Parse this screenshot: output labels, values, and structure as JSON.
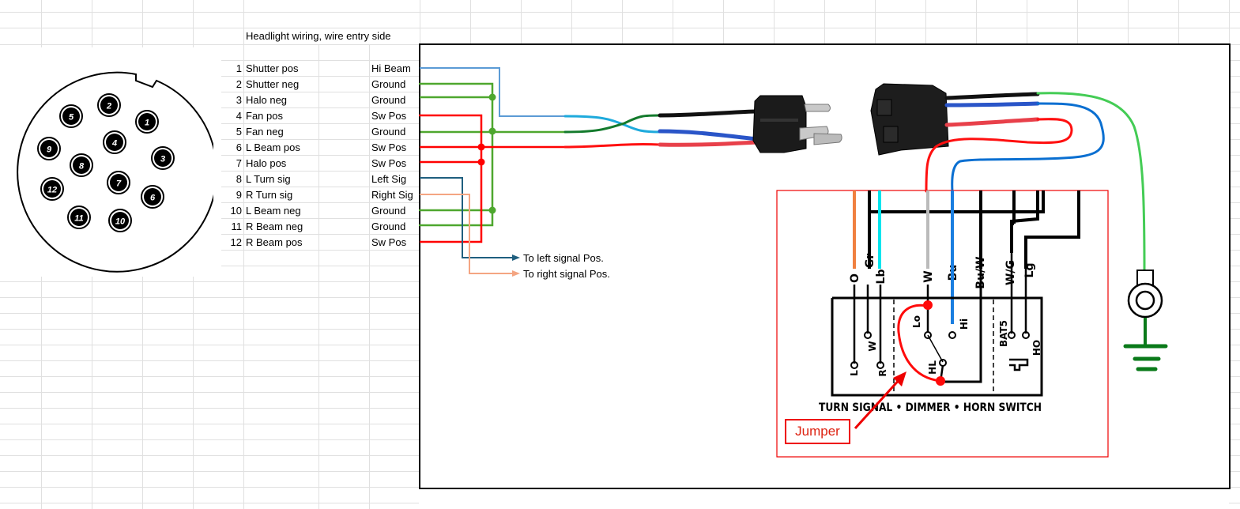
{
  "sheet": {
    "title": "Headlight wiring, wire entry side"
  },
  "pinout": [
    {
      "pin": "1",
      "name": "Shutter pos",
      "function": "Hi Beam"
    },
    {
      "pin": "2",
      "name": "Shutter neg",
      "function": "Ground"
    },
    {
      "pin": "3",
      "name": "Halo neg",
      "function": "Ground"
    },
    {
      "pin": "4",
      "name": "Fan pos",
      "function": "Sw Pos"
    },
    {
      "pin": "5",
      "name": "Fan neg",
      "function": "Ground"
    },
    {
      "pin": "6",
      "name": "L Beam pos",
      "function": "Sw Pos"
    },
    {
      "pin": "7",
      "name": "Halo pos",
      "function": "Sw Pos"
    },
    {
      "pin": "8",
      "name": "L Turn sig",
      "function": "Left Sig"
    },
    {
      "pin": "9",
      "name": "R Turn sig",
      "function": "Right Sig"
    },
    {
      "pin": "10",
      "name": "L Beam neg",
      "function": "Ground"
    },
    {
      "pin": "11",
      "name": "R Beam neg",
      "function": "Ground"
    },
    {
      "pin": "12",
      "name": "R Beam pos",
      "function": "Sw Pos"
    }
  ],
  "connector_face": {
    "pins": [
      "1",
      "2",
      "3",
      "4",
      "5",
      "6",
      "7",
      "8",
      "9",
      "10",
      "11",
      "12"
    ]
  },
  "signal_arrows": {
    "left": "To left signal Pos.",
    "right": "To right signal Pos."
  },
  "switch_diagram": {
    "title": "TURN SIGNAL • DIMMER • HORN SWITCH",
    "wire_labels": [
      "O",
      "Gr",
      "Lb",
      "W",
      "Bu",
      "Bu/W",
      "W/G",
      "Lg"
    ],
    "terminal_labels": [
      "L",
      "W",
      "R",
      "Lo",
      "HL",
      "Hi",
      "BAT5",
      "HO"
    ],
    "jumper_label": "Jumper"
  },
  "colors": {
    "hi_beam": "#5b9bd5",
    "ground": "#4ea72e",
    "sw_pos": "#ff0000",
    "left_sig": "#1f5f7f",
    "right_sig": "#f4a582",
    "ground_lead": "#44cc55",
    "earth_symbol": "#0a7a1a",
    "annotation": "#e00000",
    "grid": "#e0e0e0"
  }
}
